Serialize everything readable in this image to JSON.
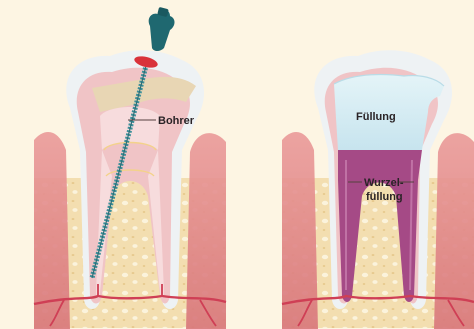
{
  "panels": [
    {
      "id": "left",
      "labels": {
        "drill": "Bohrer"
      }
    },
    {
      "id": "right",
      "labels": {
        "filling": "Füllung",
        "root_filling_line1": "Wurzel-",
        "root_filling_line2": "füllung"
      }
    }
  ],
  "colors": {
    "background": "#fdf5e3",
    "bone": "#f3deb0",
    "bone_pores": "#fbf3dc",
    "gum": "#e48f8f",
    "enamel": "#f3f5f6",
    "dentin": "#f1c5c8",
    "pulp": "#f7d9db",
    "nerve": "#cf3f55",
    "drill_shaft": "#3c8f99",
    "drill_handle": "#1f6870",
    "drill_stopper": "#d9323a",
    "crown_filling": "#d3ecf3",
    "root_filling": "#a54a86",
    "label_line": "#55413f"
  },
  "icons": [
    "endodontic-file-icon"
  ]
}
